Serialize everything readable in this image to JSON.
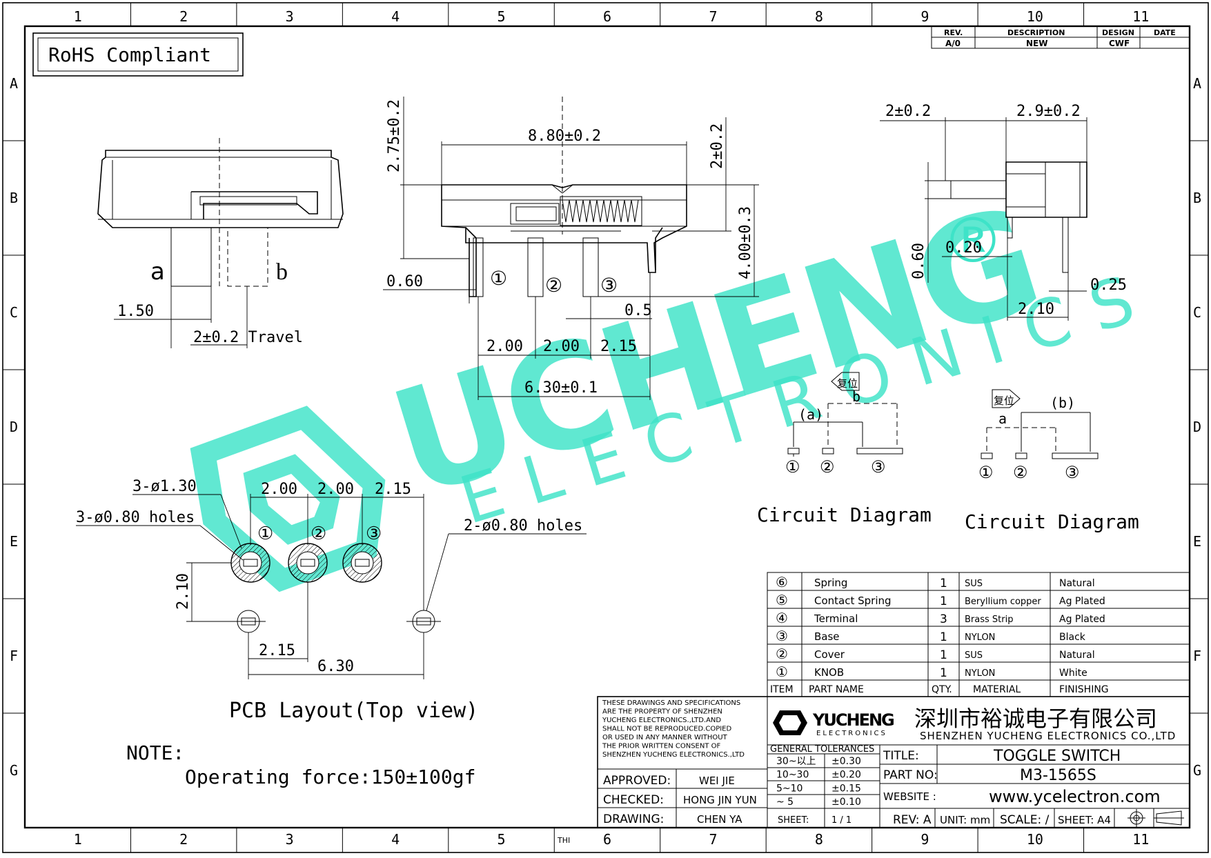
{
  "frame": {
    "cols": [
      "1",
      "2",
      "3",
      "4",
      "5",
      "6",
      "7",
      "8",
      "9",
      "10",
      "11"
    ],
    "rows": [
      "A",
      "B",
      "C",
      "D",
      "E",
      "F",
      "G"
    ]
  },
  "rohs": "RoHS Compliant",
  "revision": {
    "headers": [
      "REV.",
      "DESCRIPTION",
      "DESIGN",
      "DATE"
    ],
    "row": [
      "A/0",
      "NEW",
      "CWF",
      ""
    ]
  },
  "side_view": {
    "label_a": "a",
    "label_b": "b",
    "dim_1_50": "1.50",
    "dim_travel": "2±0.2 Travel"
  },
  "front_view": {
    "dim_width": "8.80±0.2",
    "dim_h275": "2.75±0.2",
    "dim_h2": "2±0.2",
    "dim_h4": "4.00±0.3",
    "dim_060": "0.60",
    "dim_05": "0.5",
    "dim_p1": "2.00",
    "dim_p2": "2.00",
    "dim_p3": "2.15",
    "dim_total": "6.30±0.1",
    "pin1": "①",
    "pin2": "②",
    "pin3": "③"
  },
  "right_view": {
    "dim_2": "2±0.2",
    "dim_29": "2.9±0.2",
    "dim_060": "0.60",
    "dim_020": "0.20",
    "dim_025": "0.25",
    "dim_210": "2.10"
  },
  "circuit": {
    "left": {
      "reset": "复位",
      "a": "(a)",
      "b": "b",
      "p1": "①",
      "p2": "②",
      "p3": "③",
      "title": "Circuit  Diagram"
    },
    "right": {
      "reset": "复位",
      "a": "a",
      "b": "(b)",
      "p1": "①",
      "p2": "②",
      "p3": "③",
      "title": "Circuit  Diagram"
    }
  },
  "pcb": {
    "holes130": "3-ø1.30",
    "holes080": "3-ø0.80  holes",
    "holes2": "2-ø0.80  holes",
    "d1": "2.00",
    "d2": "2.00",
    "d3": "2.15",
    "d210": "2.10",
    "d215": "2.15",
    "d630": "6.30",
    "p1": "①",
    "p2": "②",
    "p3": "③",
    "title": "PCB  Layout(Top  view)"
  },
  "note": {
    "label": "NOTE:",
    "text": "Operating  force:150±100gf"
  },
  "bom": {
    "rows": [
      {
        "item": "⑥",
        "name": "Spring",
        "qty": "1",
        "material": "SUS",
        "finish": "Natural"
      },
      {
        "item": "⑤",
        "name": "Contact Spring",
        "qty": "1",
        "material": "Beryllium copper",
        "finish": "Ag Plated"
      },
      {
        "item": "④",
        "name": "Terminal",
        "qty": "3",
        "material": "Brass Strip",
        "finish": "Ag Plated"
      },
      {
        "item": "③",
        "name": "Base",
        "qty": "1",
        "material": "NYLON",
        "finish": "Black"
      },
      {
        "item": "②",
        "name": "Cover",
        "qty": "1",
        "material": "SUS",
        "finish": "Natural"
      },
      {
        "item": "①",
        "name": "KNOB",
        "qty": "1",
        "material": "NYLON",
        "finish": "White"
      }
    ],
    "header": {
      "item": "ITEM",
      "name": "PART NAME",
      "qty": "QTY.",
      "material": "MATERIAL",
      "finish": "FINISHING"
    }
  },
  "titleblock": {
    "disclaimer": [
      "THESE DRAWINGS AND SPECIFICATIONS",
      "ARE THE PROPERTY OF SHENZHEN",
      "YUCHENG ELECTRONICS.,LTD.AND",
      "SHALL NOT BE REPRODUCED.COPIED",
      "OR USED IN ANY MANNER WITHOUT",
      "THE PRIOR WRITTEN CONSENT OF",
      "SHENZHEN YUCHENG ELECTRONICS.,LTD"
    ],
    "logo_main": "YUCHENG",
    "logo_sub": "ELECTRONICS",
    "company_cn": "深圳市裕诚电子有限公司",
    "company_en": "SHENZHEN YUCHENG ELECTRONICS CO.,LTD",
    "approved_label": "APPROVED:",
    "approved": "WEI JIE",
    "checked_label": "CHECKED:",
    "checked": "HONG JIN YUN",
    "drawing_label": "DRAWING:",
    "drawing": "CHEN YA",
    "tol_title": "GENERAL TOLERANCES",
    "tolerances": [
      {
        "range": "30~以上",
        "value": "±0.30"
      },
      {
        "range": "10~30",
        "value": "±0.20"
      },
      {
        "range": "5~10",
        "value": "±0.15"
      },
      {
        "range": "~ 5",
        "value": "±0.10"
      }
    ],
    "sheet_label": "SHEET:",
    "sheet": "1 / 1",
    "title_label": "TITLE:",
    "title": "TOGGLE  SWITCH",
    "part_label": "PART NO:",
    "part": "M3-1565S",
    "web_label": "WEBSITE :",
    "web": "www.ycelectron.com",
    "rev": "REV: A",
    "unit": "UNIT: mm",
    "scale": "SCALE: /",
    "sheetsize": "SHEET: A4",
    "thi": "THI"
  },
  "watermark": {
    "brand": "UCHENG",
    "sub": "ELECTRONICS",
    "reg": "®"
  },
  "colors": {
    "watermark": "#3ee3c8",
    "ink": "#000000"
  }
}
